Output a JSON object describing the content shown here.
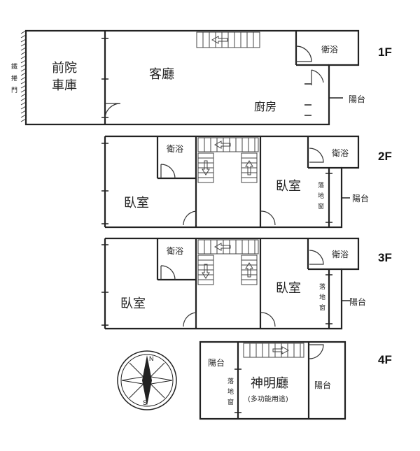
{
  "floors": {
    "f1": {
      "label": "1F",
      "rooms": {
        "front_yard_line1": "前院",
        "front_yard_line2": "車庫",
        "living_room": "客廳",
        "bathroom": "衛浴",
        "kitchen": "廚房",
        "balcony": "陽台",
        "iron_gate": [
          "鐵",
          "捲",
          "門"
        ]
      }
    },
    "f2": {
      "label": "2F",
      "rooms": {
        "bathroom_left": "衛浴",
        "bathroom_right": "衛浴",
        "bedroom_left": "臥室",
        "bedroom_right": "臥室",
        "french_window": [
          "落",
          "地",
          "窗"
        ],
        "balcony": "陽台"
      }
    },
    "f3": {
      "label": "3F",
      "rooms": {
        "bathroom_left": "衛浴",
        "bathroom_right": "衛浴",
        "bedroom_left": "臥室",
        "bedroom_right": "臥室",
        "french_window": [
          "落",
          "地",
          "窗"
        ],
        "balcony": "陽台"
      }
    },
    "f4": {
      "label": "4F",
      "rooms": {
        "balcony_left": "陽台",
        "balcony_right": "陽台",
        "shrine_hall": "神明廳",
        "shrine_note": "(多功能用途)",
        "french_window": [
          "落",
          "地",
          "窗"
        ]
      }
    }
  },
  "compass": {
    "north": "N",
    "south": "S"
  }
}
